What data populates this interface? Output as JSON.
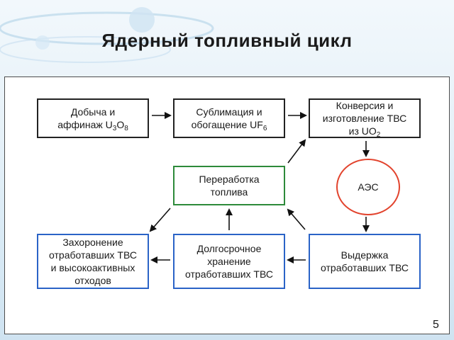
{
  "title": "Ядерный топливный цикл",
  "slide_number": "5",
  "boxes": {
    "mining": {
      "line1": "Добыча и",
      "line2_prefix": "аффинаж U",
      "sub1": "3",
      "mid": "O",
      "sub2": "8"
    },
    "enrichment": {
      "line1": "Сублимация и",
      "line2_prefix": "обогащение UF",
      "sub": "6"
    },
    "conversion": {
      "line1": "Конверсия и",
      "line2": "изготовление ТВС",
      "line3_prefix": "из UO",
      "sub": "2"
    },
    "reprocessing": {
      "line1": "Переработка",
      "line2": "топлива"
    },
    "npp": "АЭС",
    "disposal": {
      "line1": "Захоронение",
      "line2": "отработавших ТВС",
      "line3": "и высокоактивных",
      "line4": "отходов"
    },
    "storage": {
      "line1": "Долгосрочное",
      "line2": "хранение",
      "line3": "отработавших ТВС"
    },
    "cooling": {
      "line1": "Выдержка",
      "line2": "отработавших ТВС"
    }
  },
  "colors": {
    "black_border": "#222222",
    "blue_border": "#2a63c7",
    "green_border": "#2d8a3a",
    "reactor_border": "#e2432d"
  }
}
